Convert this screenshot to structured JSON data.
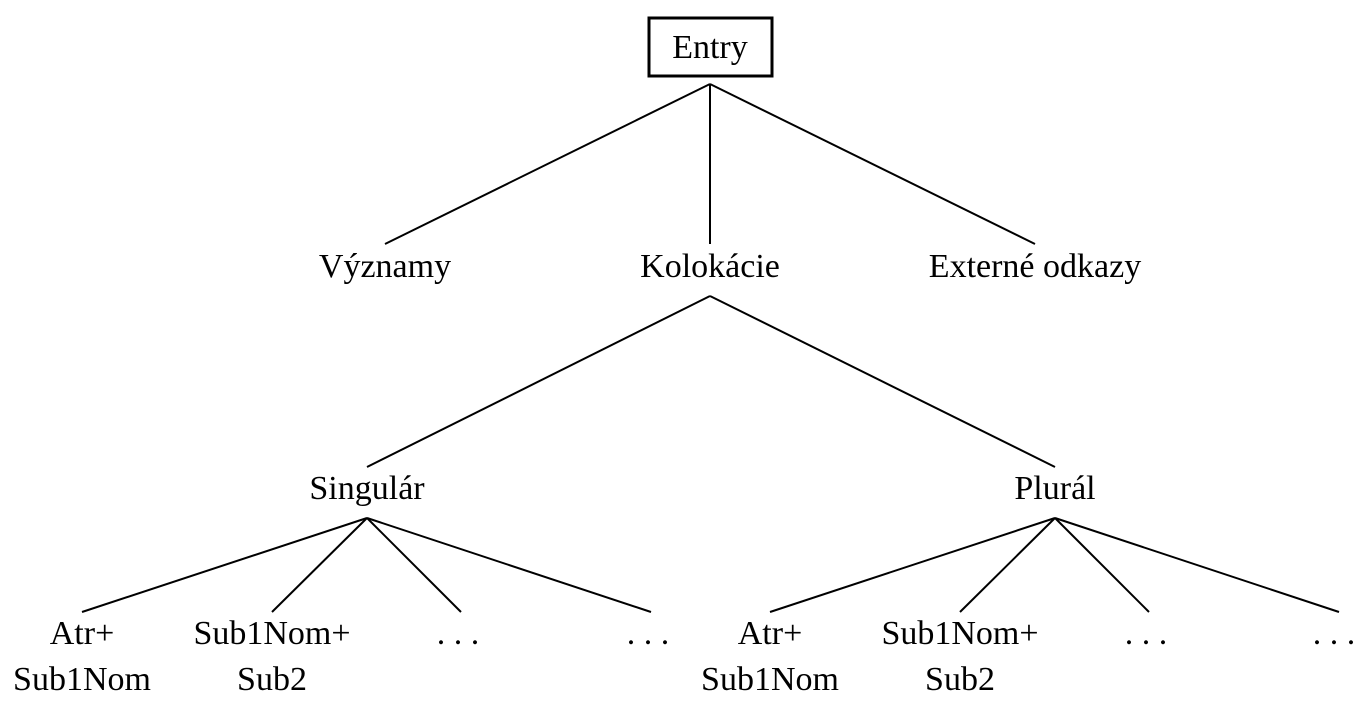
{
  "diagram": {
    "root": {
      "label": "Entry"
    },
    "level1": [
      {
        "label": "Významy"
      },
      {
        "label": "Kolokácie"
      },
      {
        "label": "Externé odkazy"
      }
    ],
    "level2": [
      {
        "label": "Singulár"
      },
      {
        "label": "Plurál"
      }
    ],
    "level3": [
      {
        "line1": "Atr+",
        "line2": "Sub1Nom"
      },
      {
        "line1": "Sub1Nom+",
        "line2": "Sub2"
      },
      {
        "line1": ". . .",
        "line2": ""
      },
      {
        "line1": ". . .",
        "line2": ""
      },
      {
        "line1": "Atr+",
        "line2": "Sub1Nom"
      },
      {
        "line1": "Sub1Nom+",
        "line2": "Sub2"
      },
      {
        "line1": ". . .",
        "line2": ""
      },
      {
        "line1": ". . .",
        "line2": ""
      }
    ]
  }
}
